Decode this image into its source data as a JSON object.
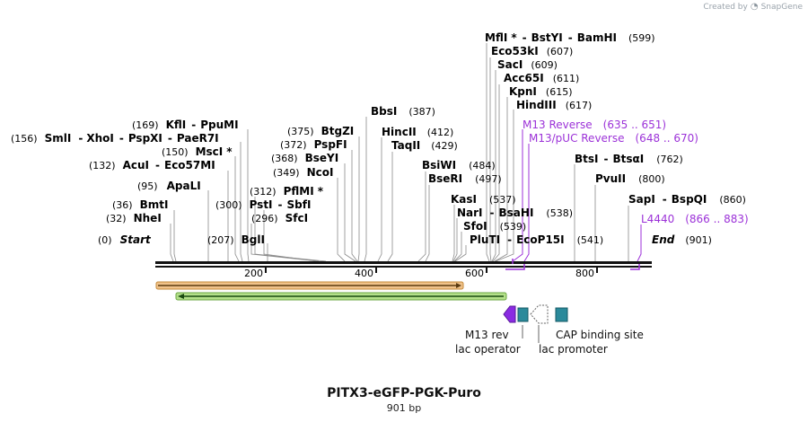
{
  "credit": {
    "prefix": "Created by",
    "brand": "SnapGene"
  },
  "title": "PITX3-eGFP-PGK-Puro",
  "subtitle": "901 bp",
  "ticks": [
    "200",
    "400",
    "600",
    "800"
  ],
  "enzymes": {
    "mfli": "MflI",
    "star": "*",
    "dash": "-",
    "bstyi": "BstYI",
    "bamhi": "BamHI",
    "p599": "(599)",
    "eco53ki": "Eco53kI",
    "p607": "(607)",
    "saci": "SacI",
    "p609": "(609)",
    "acc65i": "Acc65I",
    "p611": "(611)",
    "kpni": "KpnI",
    "p615": "(615)",
    "hindiii": "HindIII",
    "p617": "(617)",
    "p169": "(169)",
    "kfli": "KflI",
    "ppumi": "PpuMI",
    "p156": "(156)",
    "smli": "SmlI",
    "xhoi": "XhoI",
    "pspxi": "PspXI",
    "paer7i": "PaeR7I",
    "p150": "(150)",
    "msci": "MscI",
    "p132": "(132)",
    "acui": "AcuI",
    "eco57mi": "Eco57MI",
    "p95": "(95)",
    "apali": "ApaLI",
    "p36": "(36)",
    "bmti": "BmtI",
    "p32": "(32)",
    "nhei": "NheI",
    "p0": "(0)",
    "start": "Start",
    "p207": "(207)",
    "bgli": "BglI",
    "p300": "(300)",
    "psti": "PstI",
    "sbfi": "SbfI",
    "p312": "(312)",
    "pflmi": "PflMI",
    "p296": "(296)",
    "sfci": "SfcI",
    "p375": "(375)",
    "btgzi": "BtgZI",
    "p372": "(372)",
    "pspfi": "PspFI",
    "p368": "(368)",
    "bseyi": "BseYI",
    "p349": "(349)",
    "ncoi": "NcoI",
    "bbsi": "BbsI",
    "p387": "(387)",
    "hincii": "HincII",
    "p412": "(412)",
    "taqii": "TaqII",
    "p429": "(429)",
    "bsiwi": "BsiWI",
    "p484": "(484)",
    "bseri": "BseRI",
    "p497": "(497)",
    "kasi": "KasI",
    "p537": "(537)",
    "nari": "NarI",
    "bsahi": "BsaHI",
    "p538": "(538)",
    "sfoi": "SfoI",
    "p539": "(539)",
    "pluti": "PluTI",
    "ecop15i": "EcoP15I",
    "p541": "(541)",
    "btsi": "BtsI",
    "btsai": "BtsαI",
    "p762": "(762)",
    "pvuii": "PvuII",
    "p800": "(800)",
    "sapi": "SapI",
    "bspqi": "BspQI",
    "p860": "(860)",
    "end": "End",
    "p901": "(901)"
  },
  "primers": {
    "m13rev": "M13 Reverse",
    "m13rev_pos": "(635 .. 651)",
    "m13puc": "M13/pUC Reverse",
    "m13puc_pos": "(648 .. 670)",
    "l4440": "L4440",
    "l4440_pos": "(866 .. 883)"
  },
  "features": {
    "m13rev": "M13 rev",
    "lac_operator": "lac operator",
    "lac_promoter": "lac promoter",
    "cap_site": "CAP binding site"
  },
  "colors": {
    "orange_feature": "#f0c28a",
    "green_feature": "#b4e08a",
    "primer": "#9c32d8",
    "teal_feature": "#2b8a9b",
    "purple_arrow": "#8a2be2"
  }
}
